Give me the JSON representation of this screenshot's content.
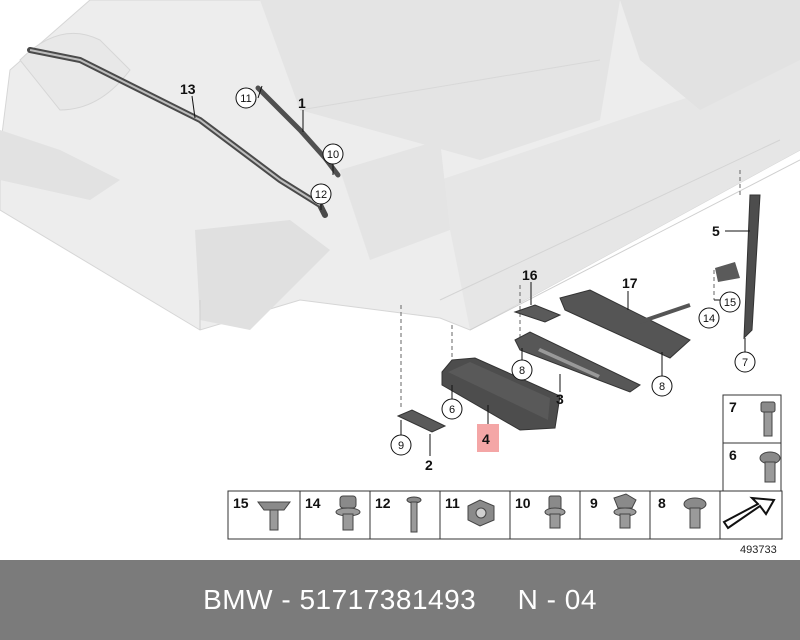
{
  "callouts": {
    "c13": "13",
    "c11a": "11",
    "c1": "1",
    "c10": "10",
    "c12": "12",
    "c5": "5",
    "c16": "16",
    "c17": "17",
    "c15": "15",
    "c14": "14",
    "c7": "7",
    "c8a": "8",
    "c3": "3",
    "c8b": "8",
    "c6": "6",
    "c4": "4",
    "c9": "9",
    "c2": "2"
  },
  "fastener_table": {
    "side": [
      "7",
      "6"
    ],
    "bottom": [
      "15",
      "14",
      "12",
      "11",
      "10",
      "9",
      "8"
    ]
  },
  "diagram_id": "493733",
  "footer": {
    "brand": "BMW",
    "sep1": " - ",
    "part_number": "51717381493",
    "gap": "     ",
    "revision": "N - 04"
  },
  "colors": {
    "highlight": "#f4a6a6",
    "footer_bg": "#7b7b7b",
    "body_gray": "#ededed",
    "part_dark": "#555555"
  }
}
